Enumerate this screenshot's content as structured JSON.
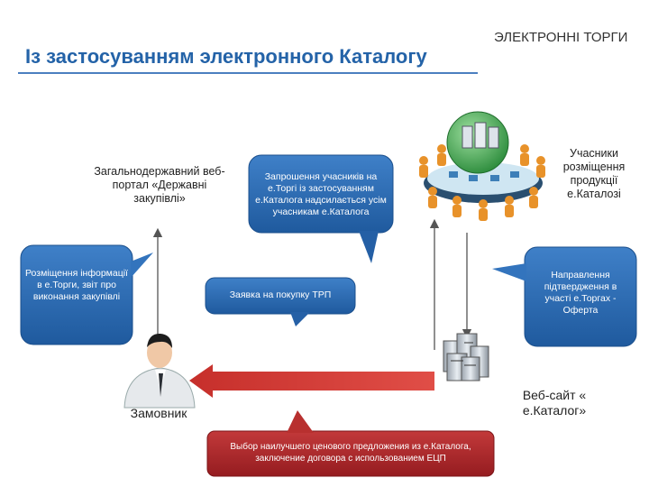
{
  "header": {
    "title": "Із застосуванням электронного Каталогу",
    "subtitle": "ЭЛЕКТРОННІ ТОРГИ"
  },
  "labels": {
    "portal": "Загальнодержавний веб-портал «Державні закупівлі»",
    "participants": "Учасники розміщення продукції е.Каталозі",
    "customer": "Замовник",
    "website": "Веб-сайт « е.Каталог»"
  },
  "bubbles": {
    "invitation": "Запрошення учасників на е.Торгі із застосуванням е.Каталога надсилається усім учасникам е.Каталога",
    "publication": "Розміщення інформації в е.Торги, звіт про виконання закупівлі",
    "request": "Заявка на покупку ТРП",
    "confirmation": "Направлення підтвердження в участі е.Торгах - Оферта",
    "selection": "Выбор наилучшего ценового предложения из е.Каталога, заключение договора с использованием ЕЦП"
  },
  "colors": {
    "title": "#2463a8",
    "bubble_blue": "#2f6db5",
    "bubble_red": "#b0282a",
    "arrow_red": "#c62f2b",
    "arrow_gray": "#555555"
  },
  "icons": [
    "customer-person-icon",
    "meeting-table-icon",
    "server-cluster-icon"
  ]
}
